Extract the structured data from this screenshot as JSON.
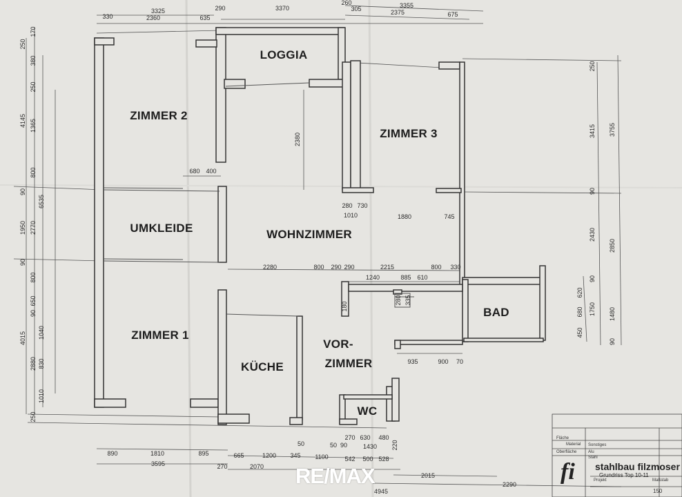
{
  "rooms": {
    "loggia": "LOGGIA",
    "zimmer2": "ZIMMER 2",
    "zimmer3": "ZIMMER 3",
    "umkleide": "UMKLEIDE",
    "wohnzimmer": "WOHNZIMMER",
    "zimmer1": "ZIMMER 1",
    "bad": "BAD",
    "vorzimmer_1": "VOR-",
    "vorzimmer_2": "ZIMMER",
    "kueche": "KÜCHE",
    "wc": "WC"
  },
  "dimensions": {
    "top": [
      "3325",
      "330",
      "2360",
      "635",
      "290",
      "3370",
      "260",
      "3355",
      "305",
      "2375",
      "675"
    ],
    "left": [
      "170",
      "250",
      "380",
      "250",
      "4145",
      "1365",
      "800",
      "90",
      "6535",
      "1950",
      "2770",
      "90",
      "800",
      "650",
      "90",
      "4015",
      "1040",
      "2880",
      "830",
      "1010",
      "250"
    ],
    "right": [
      "250",
      "3415",
      "3755",
      "90",
      "2430",
      "2850",
      "90",
      "620",
      "680",
      "1750",
      "1480",
      "450",
      "90"
    ],
    "interior": [
      "680",
      "400",
      "2380",
      "280",
      "730",
      "1010",
      "1880",
      "745",
      "2280",
      "800",
      "290",
      "290",
      "2215",
      "800",
      "330",
      "1240",
      "885",
      "610",
      "280",
      "335",
      "180",
      "935",
      "900",
      "70"
    ],
    "bottom": [
      "890",
      "1810",
      "895",
      "3595",
      "270",
      "665",
      "1200",
      "345",
      "2070",
      "50",
      "1100",
      "50",
      "90",
      "270",
      "630",
      "480",
      "1430",
      "542",
      "500",
      "528",
      "220",
      "2015",
      "2290",
      "4945"
    ]
  },
  "title_block": {
    "fi": "fi",
    "brand": "stahlbau filzmoser",
    "subtitle": "Grundriss Top 10-11",
    "scale": "150",
    "labels": [
      "Fläche",
      "Oberfläche",
      "Material",
      "Alu",
      "Stahl",
      "Sonstiges",
      "Projekt",
      "Maßstab"
    ]
  },
  "watermark": "RE/MAX"
}
